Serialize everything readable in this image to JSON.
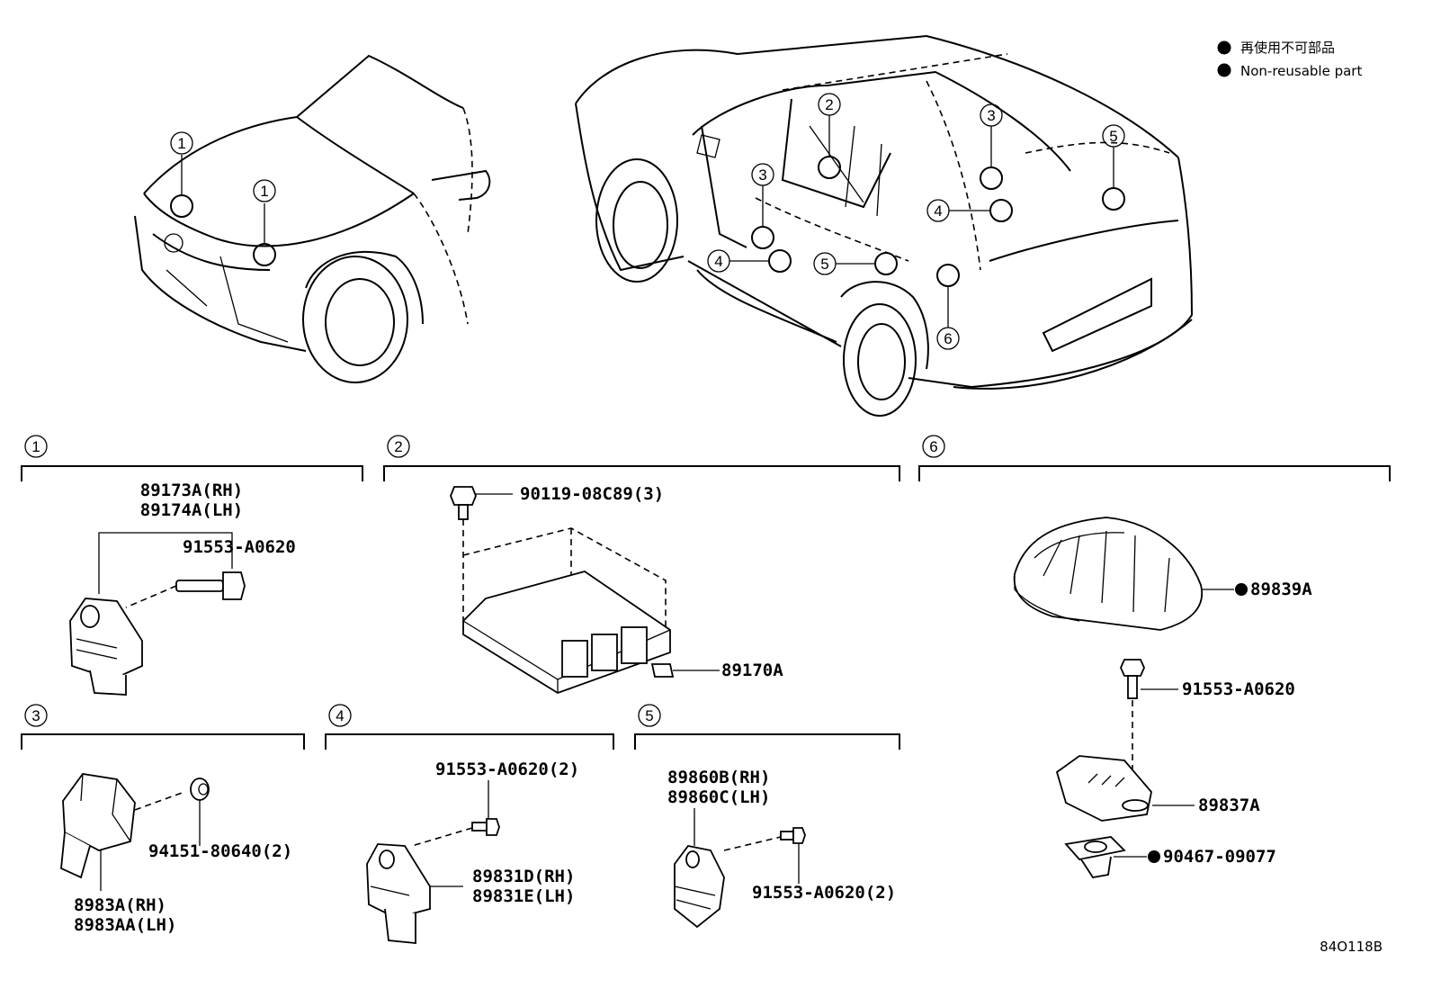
{
  "legend": {
    "jp": "再使用不可部品",
    "en": "Non-reusable part"
  },
  "callout_numbers": [
    "1",
    "2",
    "3",
    "4",
    "5",
    "6"
  ],
  "sections": {
    "s1": {
      "number": "1",
      "labels": {
        "rh": "89173A(RH)",
        "lh": "89174A(LH)",
        "bolt": "91553-A0620"
      }
    },
    "s2": {
      "number": "2",
      "labels": {
        "bolt": "90119-08C89(3)",
        "ecu": "89170A"
      }
    },
    "s3": {
      "number": "3",
      "labels": {
        "nut": "94151-80640(2)",
        "rh": "8983A(RH)",
        "lh": "8983AA(LH)"
      }
    },
    "s4": {
      "number": "4",
      "labels": {
        "bolt": "91553-A0620(2)",
        "rh": "89831D(RH)",
        "lh": "89831E(LH)"
      }
    },
    "s5": {
      "number": "5",
      "labels": {
        "rh": "89860B(RH)",
        "lh": "89860C(LH)",
        "bolt": "91553-A0620(2)"
      }
    },
    "s6": {
      "number": "6",
      "labels": {
        "cover": "89839A",
        "bolt": "91553-A0620",
        "sensor": "89837A",
        "clip": "90467-09077"
      }
    }
  },
  "diagram_code": "84O118B"
}
